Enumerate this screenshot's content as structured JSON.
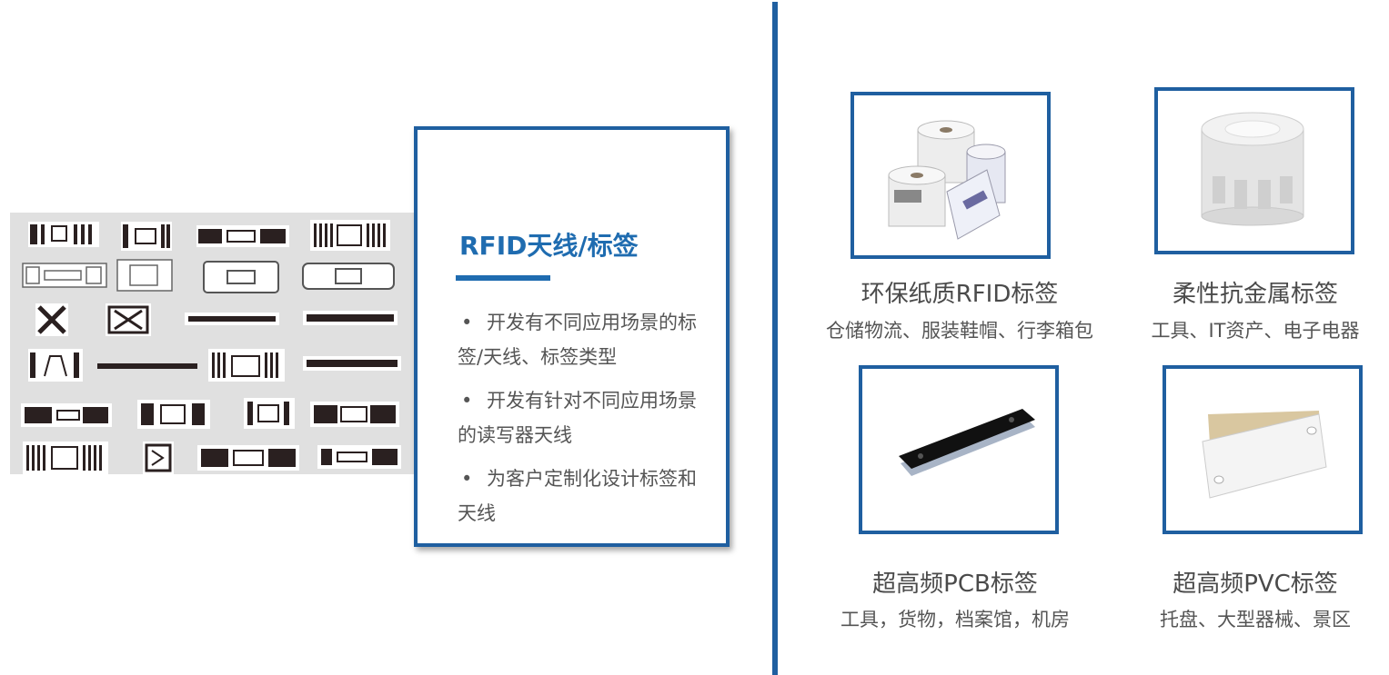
{
  "card": {
    "title": "RFID天线/标签",
    "bullet": "•",
    "items": [
      "开发有不同应用场景的标签/天线、标签类型",
      "开发有针对不同应用场景的读写器天线",
      "为客户定制化设计标签和天线"
    ]
  },
  "products": [
    {
      "name": "环保纸质RFID标签",
      "uses": "仓储物流、服装鞋帽、行李箱包",
      "icon": "paper-label-rolls"
    },
    {
      "name": "柔性抗金属标签",
      "uses": "工具、IT资产、电子电器",
      "icon": "flexible-label-roll"
    },
    {
      "name": "超高频PCB标签",
      "uses": "工具，货物，档案馆，机房",
      "icon": "pcb-tag"
    },
    {
      "name": "超高频PVC标签",
      "uses": "托盘、大型器械、景区",
      "icon": "pvc-tag"
    }
  ],
  "colors": {
    "accent": "#1f6cb0",
    "frame": "#1f5fa0",
    "text": "#555555"
  }
}
